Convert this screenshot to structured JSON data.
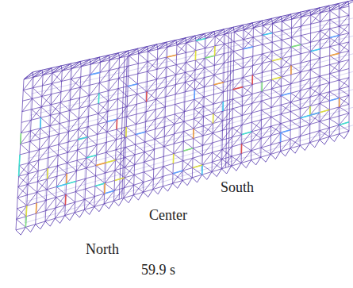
{
  "diagram": {
    "labels": [
      "South",
      "Center",
      "North",
      "59.9 s"
    ]
  }
}
